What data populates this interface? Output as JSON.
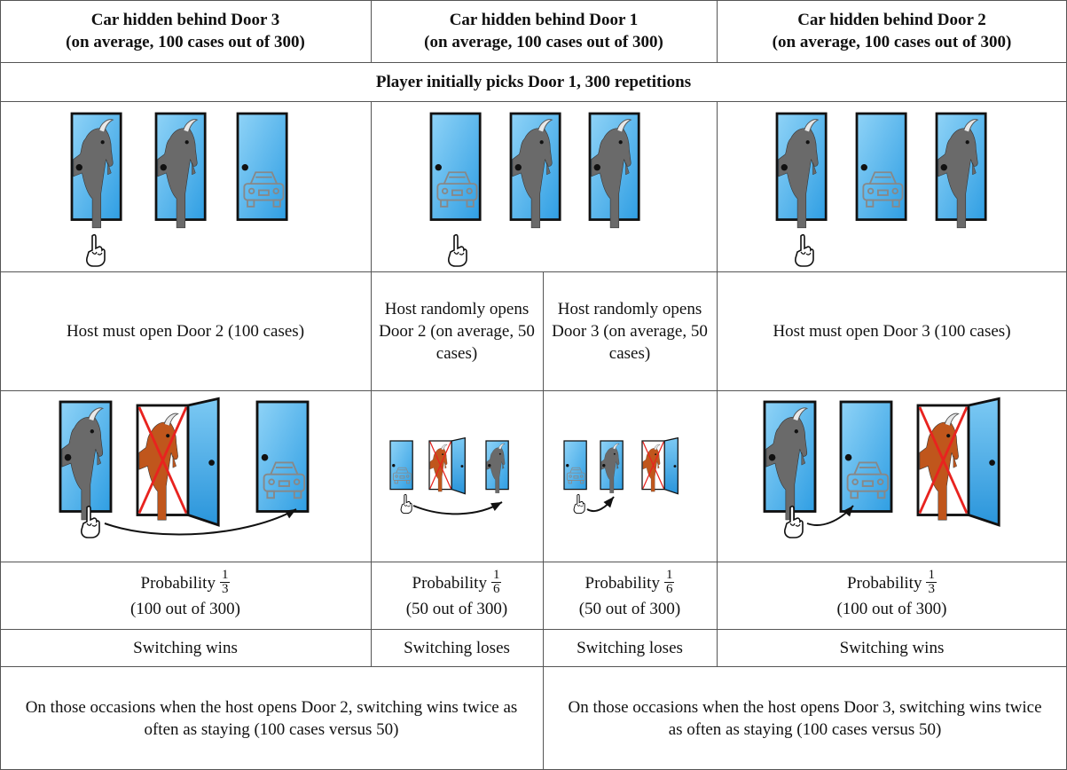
{
  "headers": [
    {
      "line1": "Car hidden behind Door 3",
      "line2": "(on average, 100 cases out of 300)"
    },
    {
      "line1": "Car hidden behind Door 1",
      "line2": "(on average, 100 cases out of 300)"
    },
    {
      "line1": "Car hidden behind Door 2",
      "line2": "(on average, 100 cases out of 300)"
    }
  ],
  "span_row": "Player initially picks Door 1, 300 repetitions",
  "host_actions": [
    "Host must open Door 2 (100 cases)",
    "Host randomly opens Door 2 (on average, 50 cases)",
    "Host randomly opens Door 3 (on average, 50 cases)",
    "Host must open Door 3 (100 cases)"
  ],
  "probabilities": [
    {
      "label": "Probability",
      "num": "1",
      "den": "3",
      "count": "(100 out of 300)"
    },
    {
      "label": "Probability",
      "num": "1",
      "den": "6",
      "count": "(50 out of 300)"
    },
    {
      "label": "Probability",
      "num": "1",
      "den": "6",
      "count": "(50 out of 300)"
    },
    {
      "label": "Probability",
      "num": "1",
      "den": "3",
      "count": "(100 out of 300)"
    }
  ],
  "outcomes": [
    "Switching wins",
    "Switching loses",
    "Switching loses",
    "Switching wins"
  ],
  "conclusions": [
    "On those occasions when the host opens Door 2, switching wins twice as often as staying (100 cases versus 50)",
    "On those occasions when the host opens Door 3, switching wins twice as often as staying (100 cases versus 50)"
  ],
  "colors": {
    "door": "#5ab8ee",
    "goat": "#6a6a6a",
    "goat_revealed": "#c0561c",
    "cross": "#e8231f",
    "grid": "#555555"
  }
}
